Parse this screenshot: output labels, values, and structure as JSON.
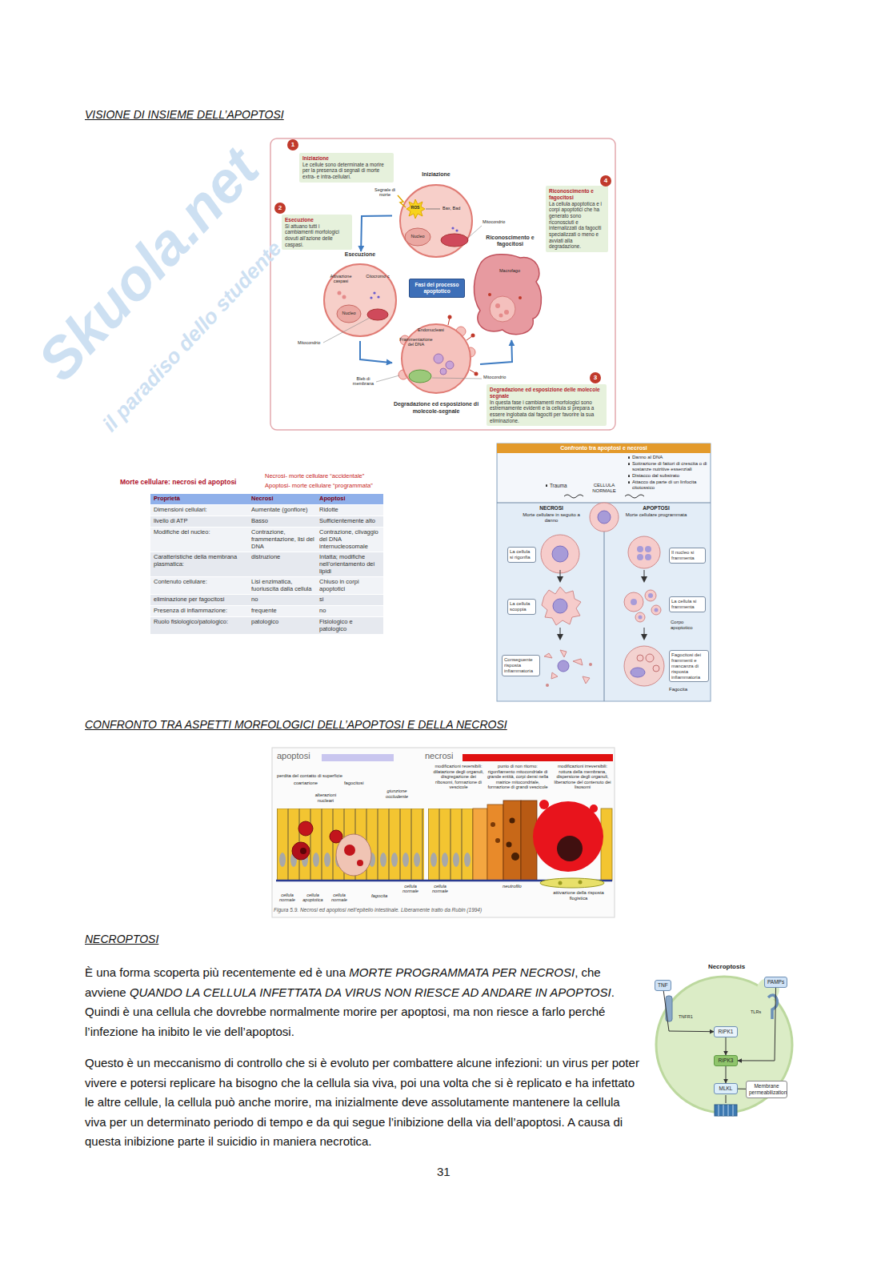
{
  "diagram": {
    "title": "VISIONE DI INSIEME DELL’APOPTOSI",
    "caption": "Figura 5.9. Necrosi ed apoptosi nell’epitelio intestinale. Liberamente tratto da Rubin (1994)",
    "nodes": [
      {
        "text": [
          "Iniziazione",
          "Le cellule sono determinate a morire per la presenza di segnali di morte extra- e intra-cellulari."
        ]
      },
      {
        "text": [
          "Esecuzione",
          "Si attuano tutti i cambiamenti morfologici dovuti all’azione delle caspasi."
        ]
      },
      {
        "text": [
          "Riconoscimento e fagocitosi",
          "La cellula apoptotica e i corpi apoptotici che ha generato sono riconosciuti e internalizzati da fagociti specializzati o meno e avviati alla degradazione."
        ]
      },
      {
        "text": [
          "Degradazione ed esposizione delle molecole segnale",
          "In questa fase i cambiamenti morfologici sono estremamente evidenti e la cellula si prepara a essere inglobata dai fagociti per favorire la sua eliminazione."
        ]
      },
      {
        "text": [
          "Iniziazione"
        ]
      },
      {
        "text": [
          "Esecuzione"
        ]
      },
      {
        "text": [
          "Degradazione ed esposizione di molecole-segnale"
        ]
      },
      {
        "text": [
          "Riconoscimento e fagocitosi"
        ]
      },
      {
        "text": [
          "Fasi del processo apoptotico"
        ]
      },
      {
        "text": [
          "Confronto tra apoptosi e necrosi"
        ]
      },
      {
        "text": [
          "La cellula si rigonfia"
        ],
        "in": 9
      },
      {
        "text": [
          "Il nucleo si frammenta"
        ],
        "in": 9
      },
      {
        "text": [
          "La cellula scoppia"
        ],
        "in": 9
      },
      {
        "text": [
          "La cellula si frammenta"
        ],
        "in": 9
      },
      {
        "text": [
          "Conseguente risposta infiammatoria"
        ],
        "in": 9
      },
      {
        "text": [
          "Fagocitosi dei frammenti e mancanza di risposta infiammatoria"
        ],
        "in": 9
      },
      {
        "text": [
          "Necroptosis"
        ]
      },
      {
        "text": [
          "TNF"
        ]
      },
      {
        "text": [
          "PAMPs"
        ]
      },
      {
        "text": [
          "RIPK1"
        ],
        "in": 16
      },
      {
        "text": [
          "RIPK3"
        ],
        "in": 16
      },
      {
        "text": [
          "MLKL"
        ],
        "in": 16
      },
      {
        "text": [
          "Membrane permeabilization"
        ],
        "in": 16
      }
    ],
    "edges": [
      {
        "from": 4,
        "to": 5,
        "arrow": "to"
      },
      {
        "from": 5,
        "to": 6,
        "arrow": "to"
      },
      {
        "from": 6,
        "to": 7,
        "arrow": "to"
      },
      {
        "from": 17,
        "to": 19,
        "arrow": "to"
      },
      {
        "from": 19,
        "to": 20,
        "arrow": "to"
      },
      {
        "from": 18,
        "to": 20,
        "arrow": "to"
      },
      {
        "from": 20,
        "to": 21,
        "arrow": "to"
      },
      {
        "from": 21,
        "to": 22,
        "arrow": "none"
      }
    ],
    "labels": [
      "1",
      "2",
      "4",
      "3",
      "Segnale di morte",
      "ROS",
      "Bax, Bad",
      "Nucleo",
      "Mitocondrio",
      "Attivazione caspasi",
      "Citocromo c",
      "Nucleo",
      "Mitocondrio",
      "Endonucleasi",
      "Frammentazione del DNA",
      "Bleb di membrana",
      "Mitocondrio",
      "Macrofago",
      "Morte cellulare: necrosi ed apoptosi",
      "Necrosi- morte cellulare “accidentale”",
      "Apoptosi- morte cellulare “programmata”",
      "Proprietà",
      "Necrosi",
      "Apoptosi",
      "Dimensioni cellulari:",
      "Aumentate (gonfiore)",
      "Ridotte",
      "livello di ATP",
      "Basso",
      "Sufficientemente alto",
      "Modifiche del nucleo:",
      "Contrazione, frammentazione, lisi del DNA",
      "Contrazione, clivaggio del DNA internucleosomale",
      "Caratteristiche della membrana plasmatica:",
      "distruzione",
      "Intatta; modifiche nell’orientamento dei lipidi",
      "Contenuto cellulare:",
      "Lisi enzimatica, fuoriuscita dalla cellula",
      "Chiuso in corpi apoptotici",
      "eliminazione per fagocitosi",
      "no",
      "si",
      "Presenza di infiammazione:",
      "frequente",
      "no",
      "Ruolo fisiologico/patologico:",
      "patologico",
      "Fisiologico e patologico",
      "Danno al DNA",
      "Sottrazione di fattori di crescita o di sostanze nutritive essenziali",
      "Distacco dal substrato",
      "Attacco da parte di un linfocita citotossico",
      "Trauma",
      "CELLULA NORMALE",
      "NECROSI",
      "Morte cellulare in seguito a danno",
      "APOPTOSI",
      "Morte cellulare programmata",
      "Corpo apoptotico",
      "Fagocita",
      "CONFRONTO TRA ASPETTI MORFOLOGICI DELL’APOPTOSI E DELLA NECROSI",
      "apoptosi",
      "necrosi",
      "perdita del contatto di superficie",
      "coartazione",
      "fagocitosi",
      "alterazioni nucleari",
      "giunzione occludente",
      "modificazioni reversibili: dilatazione degli organuli, disgregazione dei ribosomi, formazione di vescicole",
      "punto di non ritorno: rigonfiamento mitocondriale di grande entità, corpi densi nella matrice mitocondriale, formazione di grandi vescicole",
      "modificazioni irreversibili: rottura della membrana, dispersione degli organuli, liberazione del contenuto dei lisosomi",
      "cellula normale",
      "cellula apoptotica",
      "cellula normale",
      "fagocita",
      "cellula normale",
      "cellula normale",
      "neutrofilo",
      "attivazione della risposta flogistica",
      "NECROPTOSI",
      "È una forma scoperta più recentemente ed è una ",
      "MORTE PROGRAMMATA PER NECROSI",
      ", che avviene ",
      "QUANDO LA CELLULA INFETTATA DA VIRUS NON RIESCE AD ANDARE IN APOPTOSI",
      ". Quindi è una cellula che dovrebbe normalmente morire per apoptosi, ma non riesce a farlo perché l’infezione ha inibito le vie dell’apoptosi.",
      "Questo è un meccanismo di controllo che si è evoluto per combattere alcune infezioni: un virus per poter vivere e potersi replicare ha bisogno che la cellula sia viva, poi una volta che si è replicato e ha infettato le altre cellule, la cellula può anche morire, ma inizialmente deve assolutamente mantenere la cellula viva per un determinato periodo di tempo e da qui segue l’inibizione della via dell’apoptosi. A causa di questa inibizione parte il suicidio in maniera necrotica.",
      "TNFR1",
      "TLRs",
      "31",
      "Skuola.net",
      "il paradiso dello studente"
    ]
  }
}
